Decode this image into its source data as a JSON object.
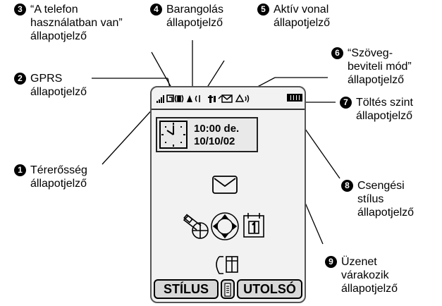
{
  "callouts": {
    "c1": {
      "num": "1",
      "line1": "Térerősség",
      "line2": "állapotjelző"
    },
    "c2": {
      "num": "2",
      "line1": "GPRS",
      "line2": "állapotjelző"
    },
    "c3": {
      "num": "3",
      "line1": "“A telefon",
      "line2": "használatban van”",
      "line3": "állapotjelző"
    },
    "c4": {
      "num": "4",
      "line1": "Barangolás",
      "line2": "állapotjelző"
    },
    "c5": {
      "num": "5",
      "line1": "Aktív vonal",
      "line2": "állapotjelző"
    },
    "c6": {
      "num": "6",
      "line1": "“Szöveg-",
      "line2": "beviteli mód”",
      "line3": "állapotjelző"
    },
    "c7": {
      "num": "7",
      "line1": "Töltés szint",
      "line2": "állapotjelző"
    },
    "c8": {
      "num": "8",
      "line1": "Csengési",
      "line2": "stílus",
      "line3": "állapotjelző"
    },
    "c9": {
      "num": "9",
      "line1": "Üzenet",
      "line2": "várakozik",
      "line3": "állapotjelző"
    }
  },
  "phone": {
    "time": "10:00 de.",
    "date": "10/10/02",
    "left_softkey": "STÍLUS",
    "right_softkey": "UTOLSÓ",
    "status_icons": [
      "signal-strength-icon",
      "gprs-icon",
      "phone-in-use-icon",
      "roaming-icon",
      "active-line-icon",
      "text-entry-mode-icon",
      "message-waiting-icon",
      "ring-style-icon",
      "battery-icon"
    ]
  }
}
